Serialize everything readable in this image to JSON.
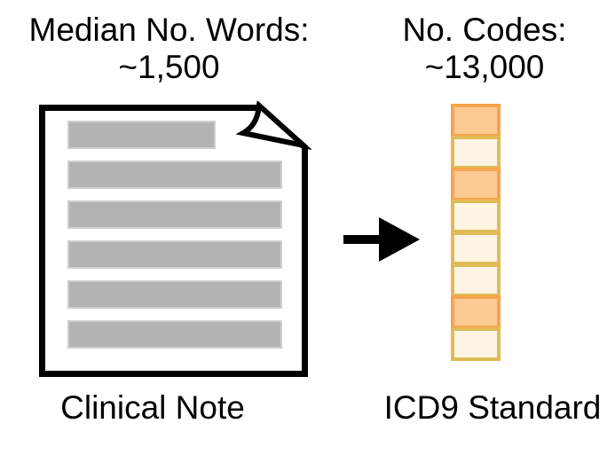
{
  "left": {
    "header_line1": "Median No. Words:",
    "header_line2": "~1,500",
    "caption": "Clinical Note"
  },
  "right": {
    "header_line1": "No. Codes:",
    "header_line2": "~13,000",
    "caption": "ICD9 Standard"
  },
  "arrow": {
    "direction": "right",
    "color": "#000000"
  },
  "document": {
    "border_color": "#000000",
    "fill_color": "#ffffff",
    "line_color": "#B3B3B3",
    "line_edge_color": "#CFCFCF",
    "lines": [
      "short",
      "full",
      "full",
      "full",
      "full",
      "full"
    ]
  },
  "stack": {
    "pattern": [
      "orange",
      "cream",
      "orange",
      "cream",
      "cream",
      "cream",
      "orange",
      "cream"
    ],
    "colors": {
      "orange_fill": "#FDCA94",
      "orange_border": "#F6A54F",
      "cream_fill": "#FDF4E4",
      "cream_border": "#DFBC55"
    }
  }
}
